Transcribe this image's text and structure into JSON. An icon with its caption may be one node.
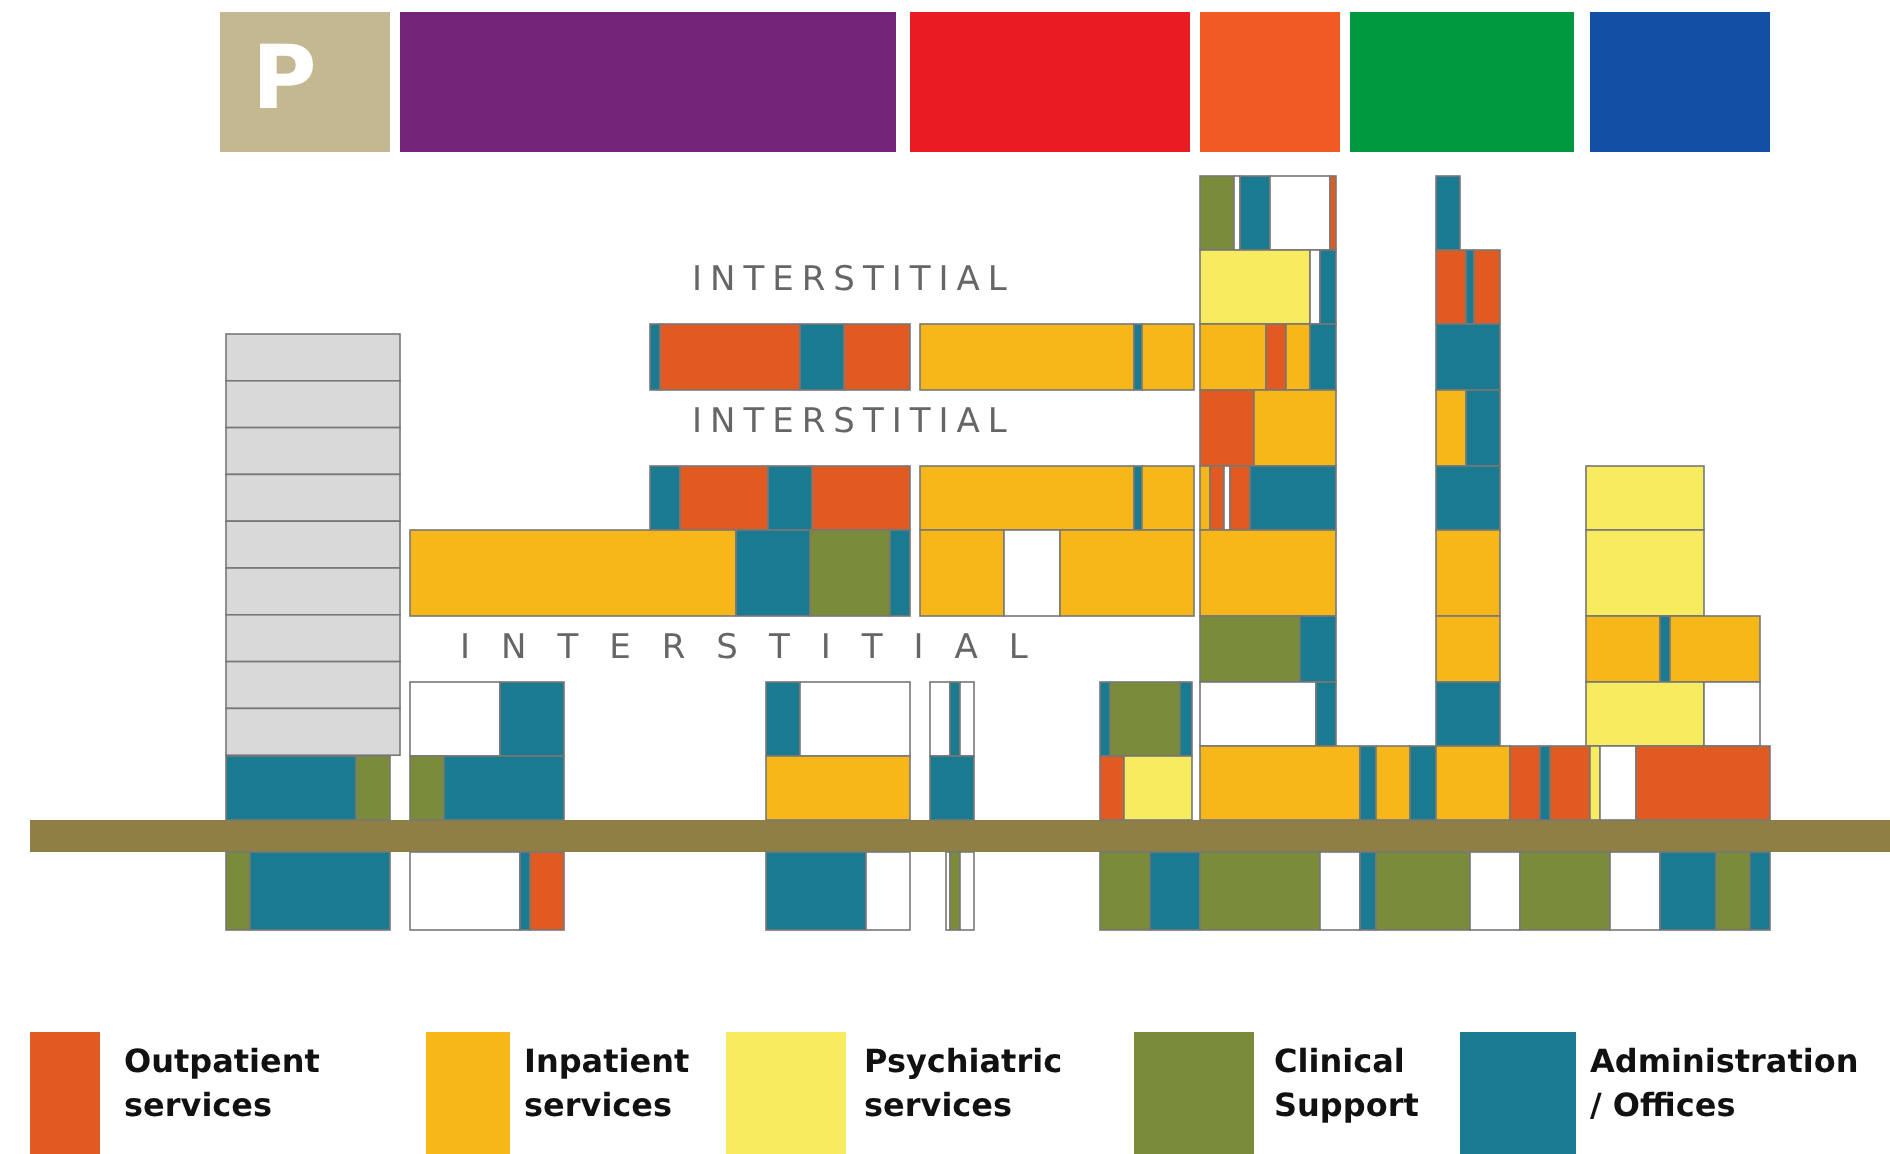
{
  "diagram": {
    "labels": [
      "P",
      "INTERSTITIAL",
      "INTERSTITIAL",
      "INTERSTITIAL"
    ],
    "legend": [
      {
        "text": "Outpatient services",
        "color": "#e05a22"
      },
      {
        "text": "Inpatient services",
        "color": "#f7b718"
      },
      {
        "text": "Psychiatric services",
        "color": "#f7ec60"
      },
      {
        "text": "Clinical Support",
        "color": "#7a8c3a"
      },
      {
        "text": "Administration / Offices",
        "color": "#1a7a90"
      }
    ]
  }
}
